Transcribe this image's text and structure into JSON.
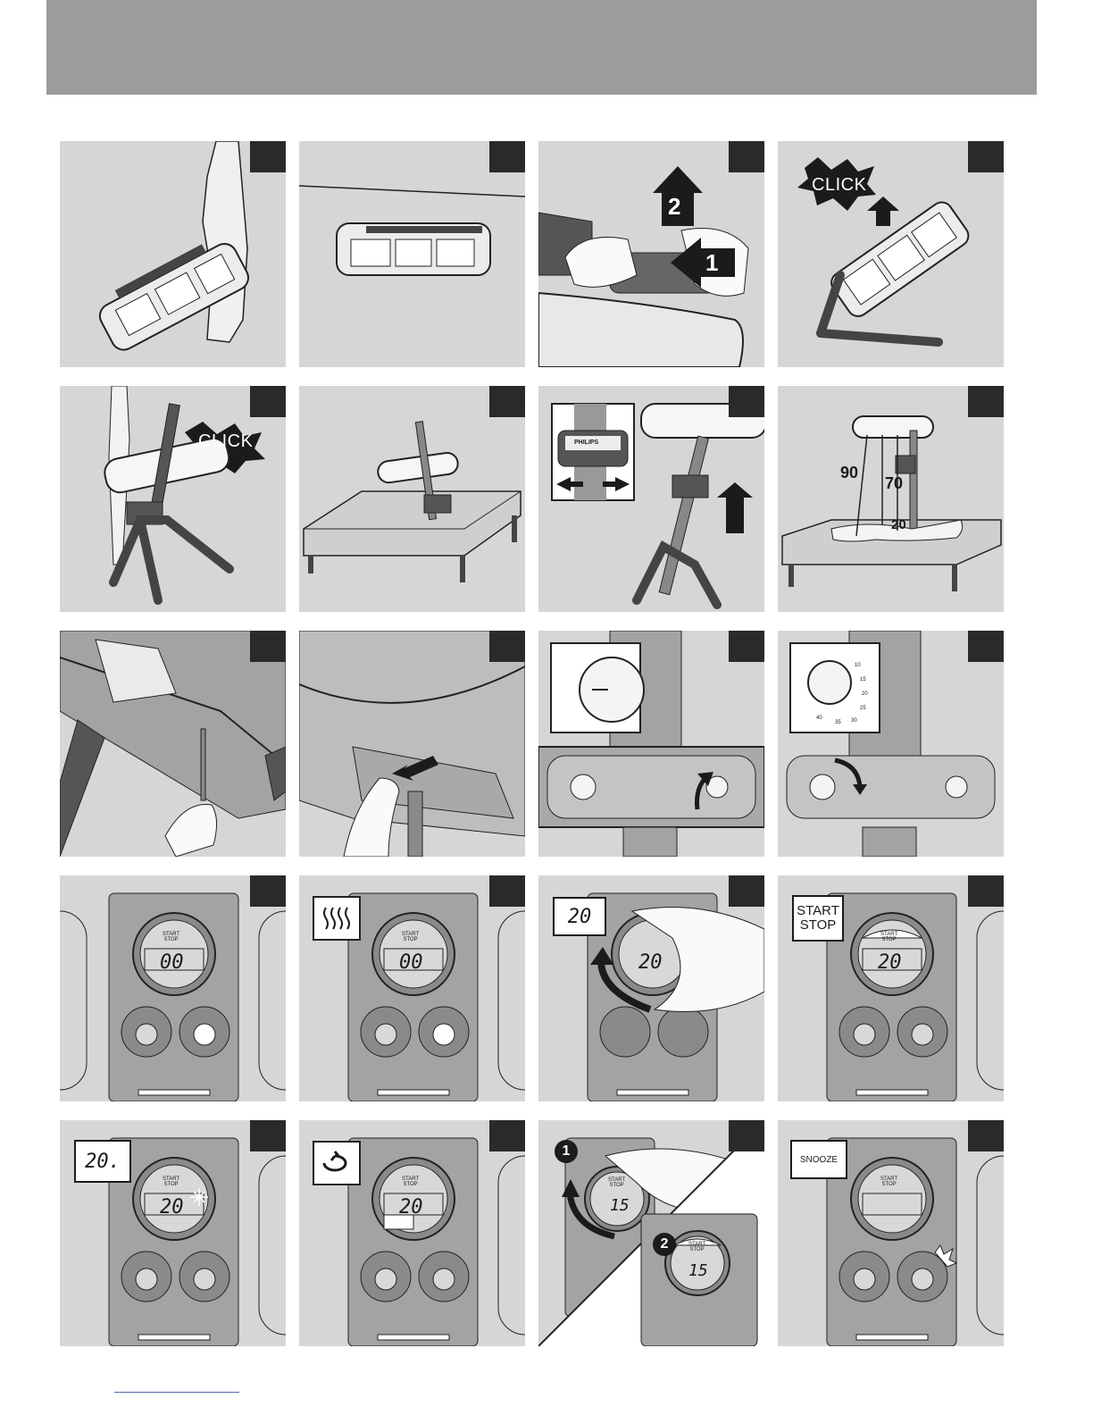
{
  "header": {
    "band_color": "#9c9c9c"
  },
  "steps": {
    "s3": {
      "arrow_2": "2",
      "arrow_1": "1"
    },
    "s4": {
      "burst": "CLICK"
    },
    "s5": {
      "burst": "CLICK"
    },
    "s7": {
      "brand": "PHILIPS"
    },
    "s8": {
      "dist_a": "90",
      "dist_b": "70",
      "dist_c": "20"
    },
    "s13": {
      "display": "00",
      "btn": "START\nSTOP"
    },
    "s14": {
      "display": "00",
      "btn": "START\nSTOP",
      "callout_icon": "heat-waves-icon"
    },
    "s15": {
      "callout": "20",
      "display": "20",
      "btn": "START\nSTOP"
    },
    "s16": {
      "callout": "START\nSTOP",
      "display": "20",
      "btn": "START\nSTOP"
    },
    "s17": {
      "callout": "20.",
      "display": "20",
      "btn": "START\nSTOP"
    },
    "s18": {
      "display": "20",
      "btn": "START\nSTOP",
      "callout_icon": "repeat-icon"
    },
    "s19": {
      "marker_1": "1",
      "marker_2": "2",
      "display_1": "15",
      "display_2": "15",
      "btn": "START\nSTOP"
    },
    "s20": {
      "callout": "SNOOZE",
      "btn": "START\nSTOP"
    }
  },
  "timer_ticks": [
    "40",
    "35",
    "30",
    "25",
    "20",
    "15",
    "10"
  ]
}
